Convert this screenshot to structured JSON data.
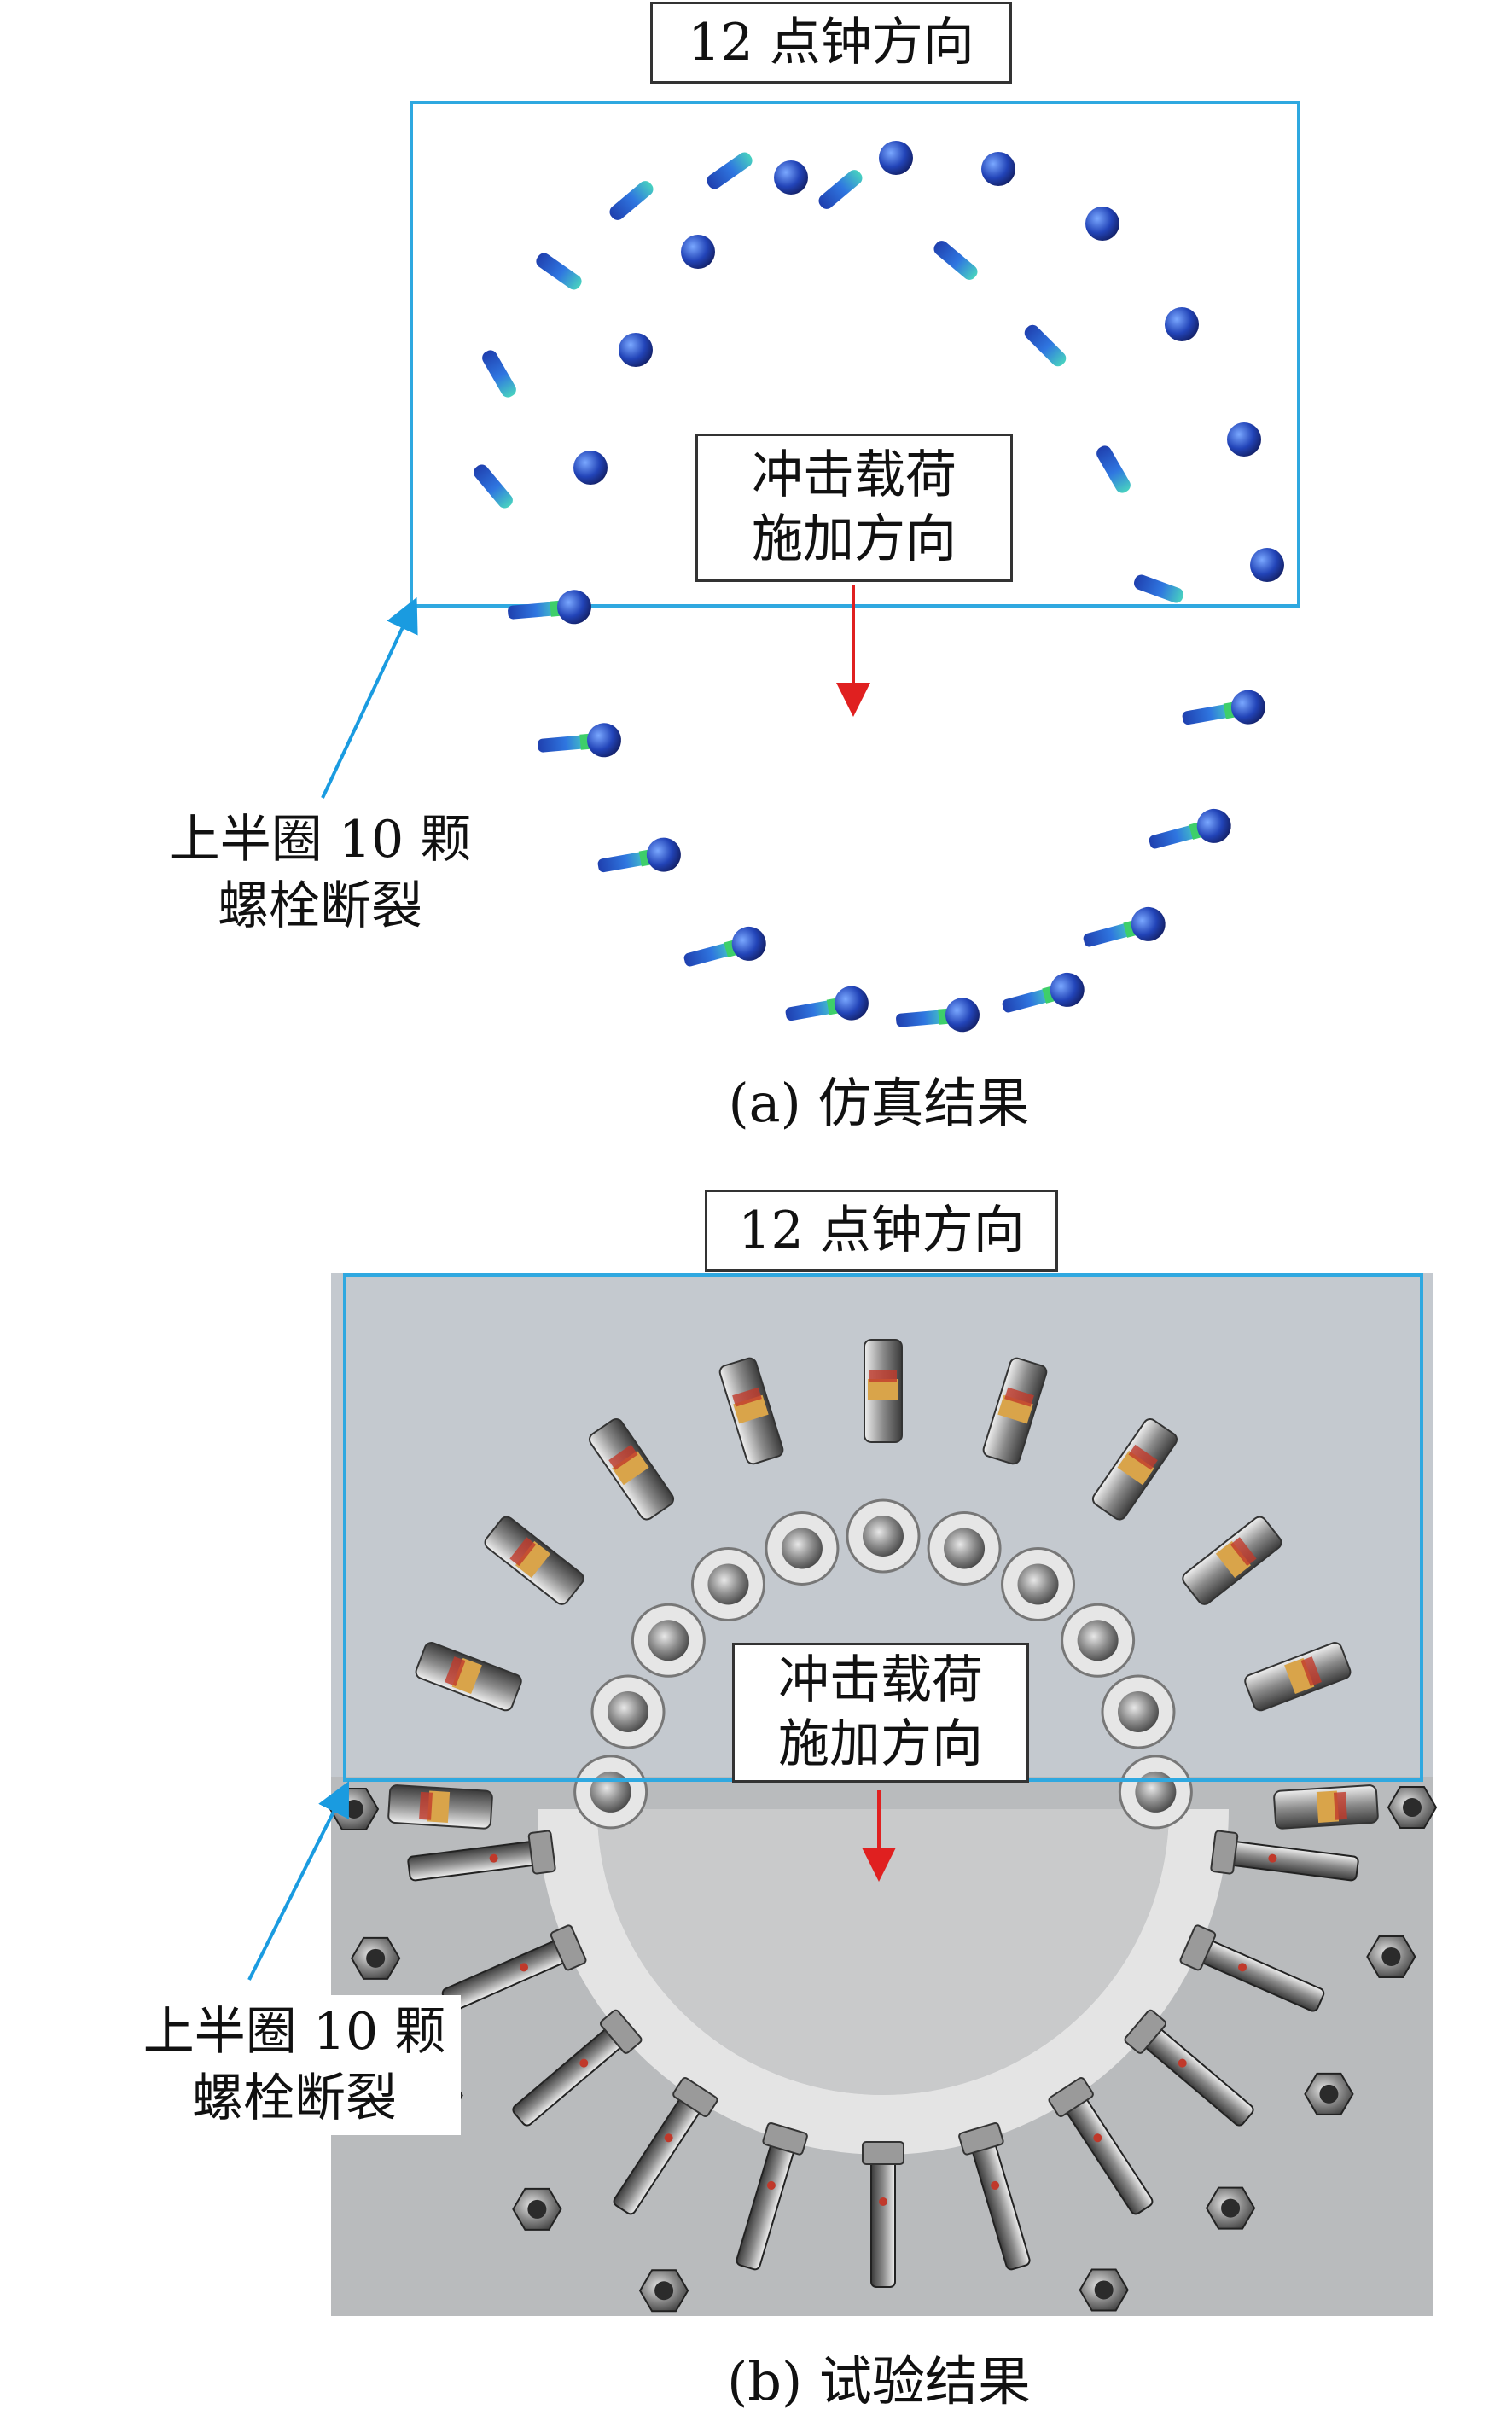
{
  "panel_a": {
    "top_label": "12 点钟方向",
    "load_label_line1": "冲击载荷",
    "load_label_line2": "施加方向",
    "note_line1": "上半圈 10 颗",
    "note_line2": "螺栓断裂",
    "caption": "(a) 仿真结果"
  },
  "panel_b": {
    "top_label": "12 点钟方向",
    "load_label_line1": "冲击载荷",
    "load_label_line2": "施加方向",
    "note_line1": "上半圈 10 颗",
    "note_line2": "螺栓断裂",
    "caption": "(b) 试验结果"
  },
  "colors": {
    "highlight_box": "#2fa8e0",
    "load_arrow": "#e02020",
    "callout_arrow": "#1a9be0",
    "bolt_body": "#2a5fd0",
    "bolt_stress": "#3ecf6a",
    "photo_bg": "#b9bbbd"
  },
  "icons": [
    "bolt-fragment-icon",
    "load-arrow-icon",
    "callout-arrow-icon"
  ]
}
